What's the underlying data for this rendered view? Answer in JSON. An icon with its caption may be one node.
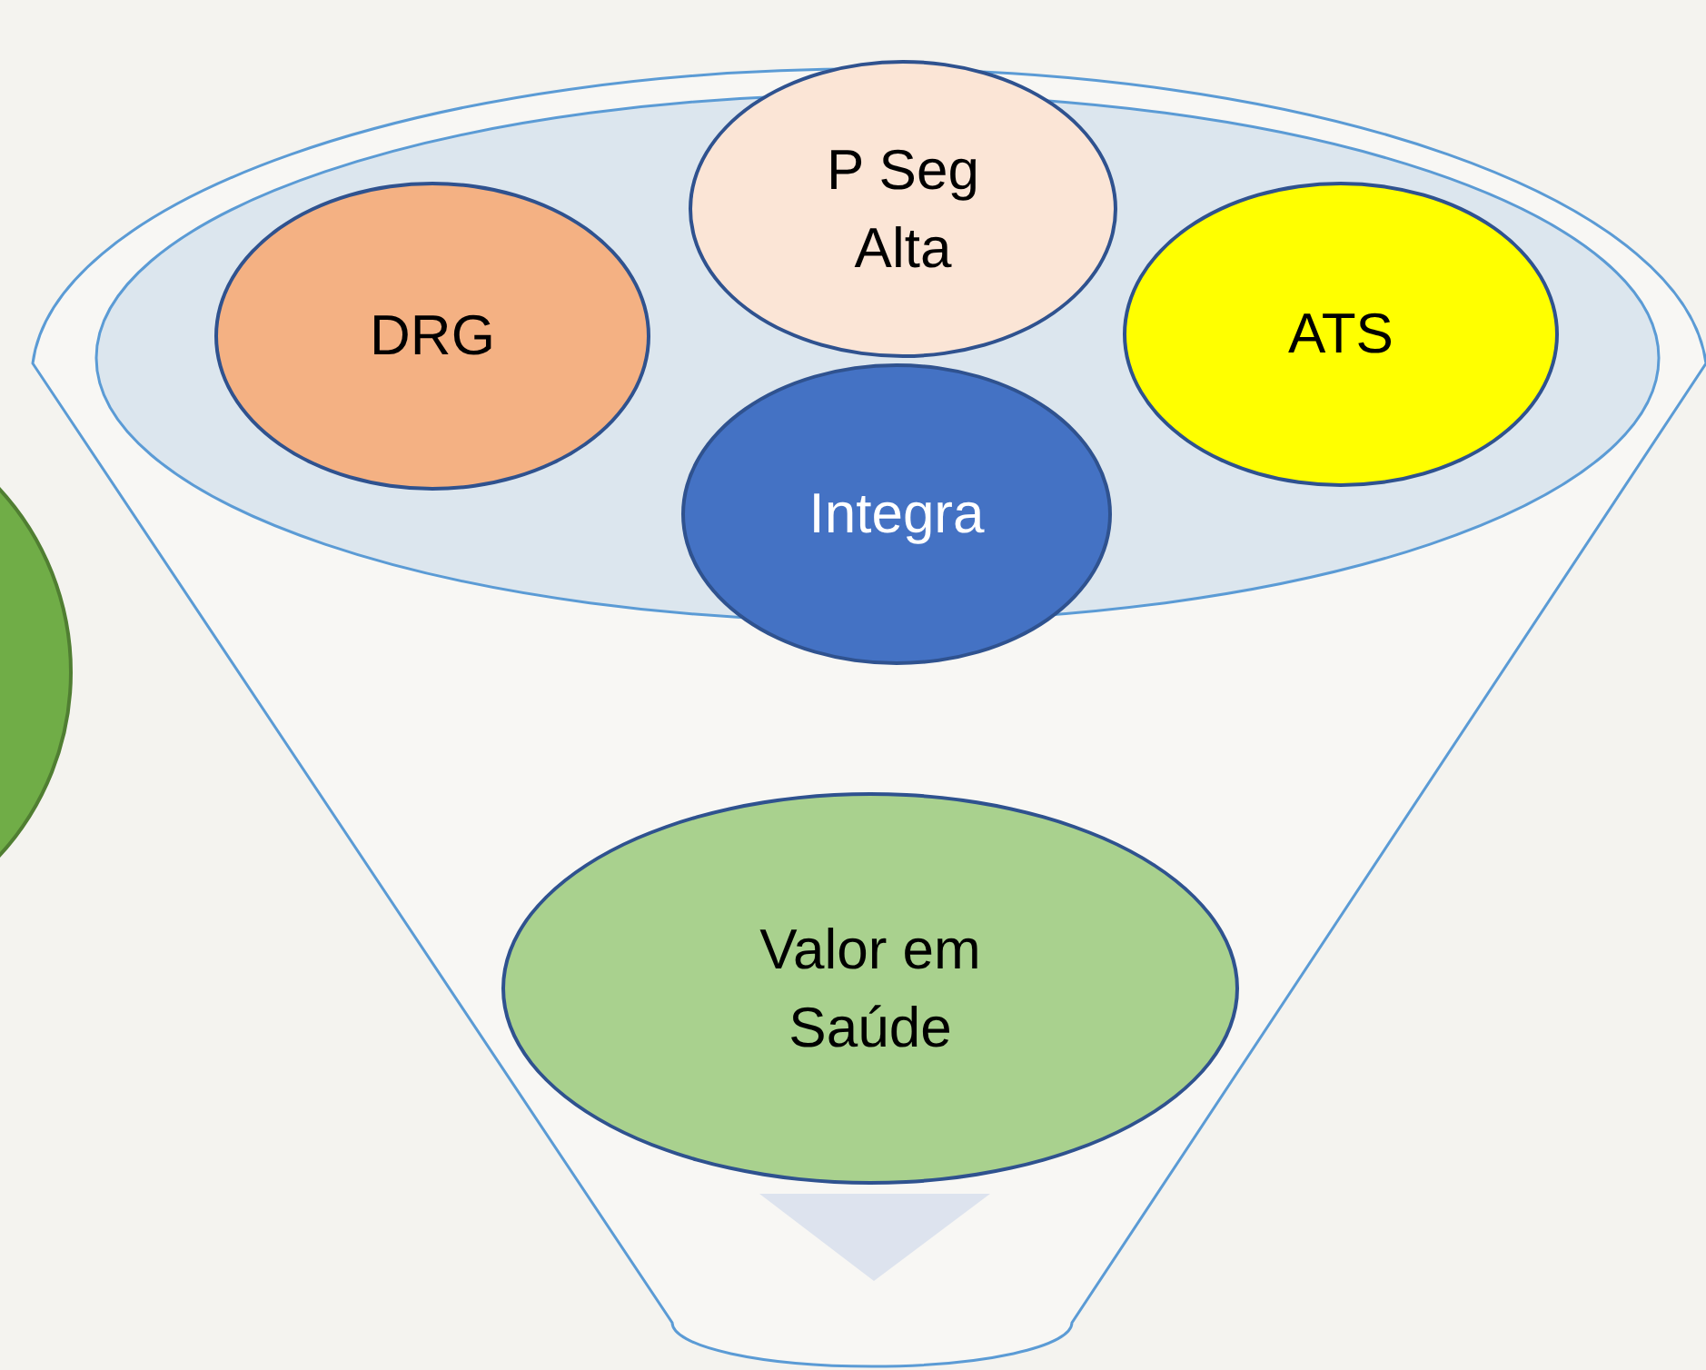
{
  "diagram": {
    "nodes": [
      {
        "text": [
          "P Seg Alta"
        ]
      },
      {
        "text": [
          "DRG"
        ]
      },
      {
        "text": [
          "ATS"
        ]
      },
      {
        "text": [
          "Integra"
        ]
      },
      {
        "text": [
          "Valor em Saúde"
        ]
      },
      {
        "text": [],
        "shape": "circle"
      }
    ]
  }
}
